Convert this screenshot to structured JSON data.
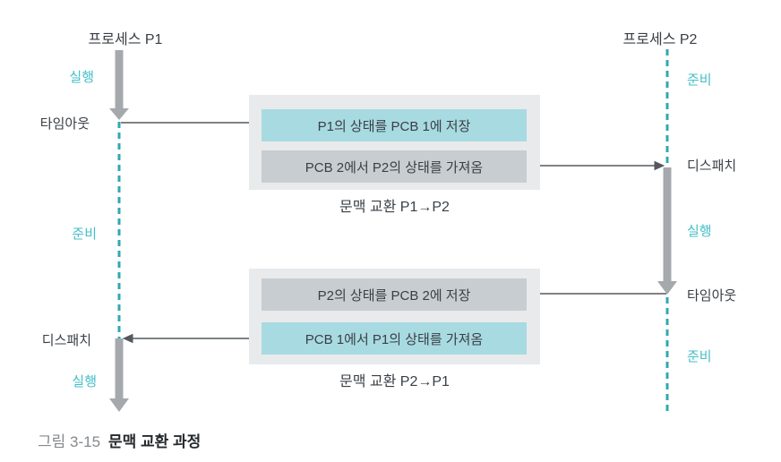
{
  "diagram": {
    "p1": {
      "title": "프로세스 P1",
      "labels": {
        "running_top": "실행",
        "timeout": "타임아웃",
        "ready": "준비",
        "dispatch": "디스패치",
        "running_bottom": "실행"
      }
    },
    "p2": {
      "title": "프로세스 P2",
      "labels": {
        "ready_top": "준비",
        "dispatch": "디스패치",
        "running": "실행",
        "timeout": "타임아웃",
        "ready_bottom": "준비"
      }
    },
    "switch1": {
      "save_step": "P1의 상태를 PCB 1에 저장",
      "load_step": "PCB 2에서 P2의 상태를 가져옴",
      "caption": "문맥 교환 P1→P2"
    },
    "switch2": {
      "save_step": "P2의 상태를 PCB 2에 저장",
      "load_step": "PCB 1에서 P1의 상태를 가져옴",
      "caption": "문맥 교환 P2→P1"
    },
    "figure_caption": {
      "number": "그림 3-15",
      "title": "문맥 교환 과정"
    },
    "colors": {
      "teal_box": "#a8dae1",
      "gray_box": "#c8cdd1",
      "outer_box": "#e8eaec",
      "dashed_line": "#2fa9b2",
      "teal_label": "#45bfc9",
      "dark_text": "#3a3f45",
      "thick_arrow": "#a5a9ad",
      "thin_arrow": "#54585c",
      "caption_gray": "#85898d",
      "caption_dark": "#26292c"
    }
  }
}
